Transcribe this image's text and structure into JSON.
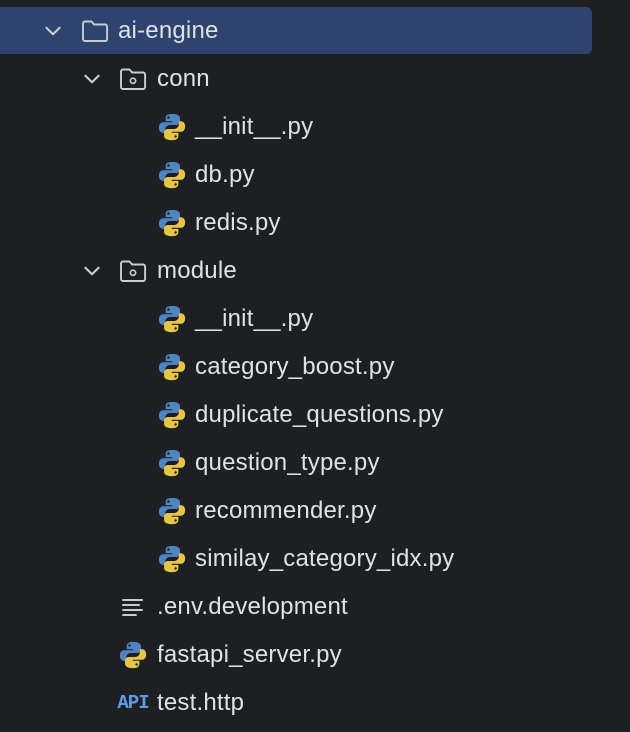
{
  "tree": {
    "root": {
      "label": "ai-engine",
      "expanded": true,
      "icon": "folder-icon"
    },
    "conn": {
      "label": "conn",
      "expanded": true,
      "icon": "package-folder-icon",
      "children": [
        "__init__.py",
        "db.py",
        "redis.py"
      ]
    },
    "module": {
      "label": "module",
      "expanded": true,
      "icon": "package-folder-icon",
      "children": [
        "__init__.py",
        "category_boost.py",
        "duplicate_questions.py",
        "question_type.py",
        "recommender.py",
        "similay_category_idx.py"
      ]
    },
    "files": [
      {
        "label": ".env.development",
        "icon": "text-file-icon"
      },
      {
        "label": "fastapi_server.py",
        "icon": "python-file-icon"
      },
      {
        "label": "test.http",
        "icon": "api-file-icon",
        "icon_text": "API"
      }
    ]
  },
  "colors": {
    "background": "#1e1f22",
    "selection": "#2e436e",
    "text": "#dfe1e5",
    "python_blue": "#4f84c4",
    "python_yellow": "#e8c547",
    "api_blue": "#5f9ce8"
  }
}
